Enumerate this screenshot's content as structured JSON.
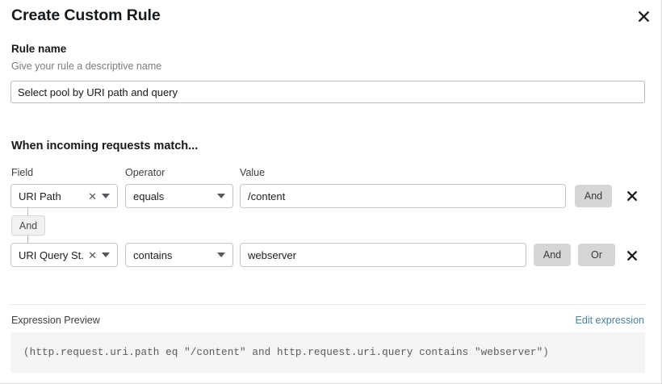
{
  "modal": {
    "title": "Create Custom Rule",
    "close_icon": "close-icon"
  },
  "rule_name": {
    "label": "Rule name",
    "helper": "Give your rule a descriptive name",
    "value": "Select pool by URI path and query",
    "placeholder": "Enter rule name"
  },
  "match_section": {
    "heading": "When incoming requests match...",
    "columns": {
      "field": "Field",
      "operator": "Operator",
      "value": "Value"
    },
    "connector": {
      "label": "And"
    },
    "rows": [
      {
        "field": "URI Path",
        "field_clear_icon": "clear-icon",
        "field_caret_icon": "chevron-down-icon",
        "operator": "equals",
        "operator_caret_icon": "chevron-down-icon",
        "value": "/content",
        "value_placeholder": "Enter value",
        "buttons": [
          "And"
        ],
        "delete_icon": "close-icon"
      },
      {
        "field": "URI Query St...",
        "field_clear_icon": "clear-icon",
        "field_caret_icon": "chevron-down-icon",
        "operator": "contains",
        "operator_caret_icon": "chevron-down-icon",
        "value": "webserver",
        "value_placeholder": "Enter value",
        "buttons": [
          "And",
          "Or"
        ],
        "delete_icon": "close-icon"
      }
    ]
  },
  "expression": {
    "label": "Expression Preview",
    "edit_link": "Edit expression",
    "code": "(http.request.uri.path eq \"/content\" and http.request.uri.query contains \"webserver\")"
  },
  "colors": {
    "link": "#4a7f9e",
    "button_gray": "#d5d5d6",
    "preview_bg": "#f4f4f4",
    "border": "#c2c6ca"
  }
}
